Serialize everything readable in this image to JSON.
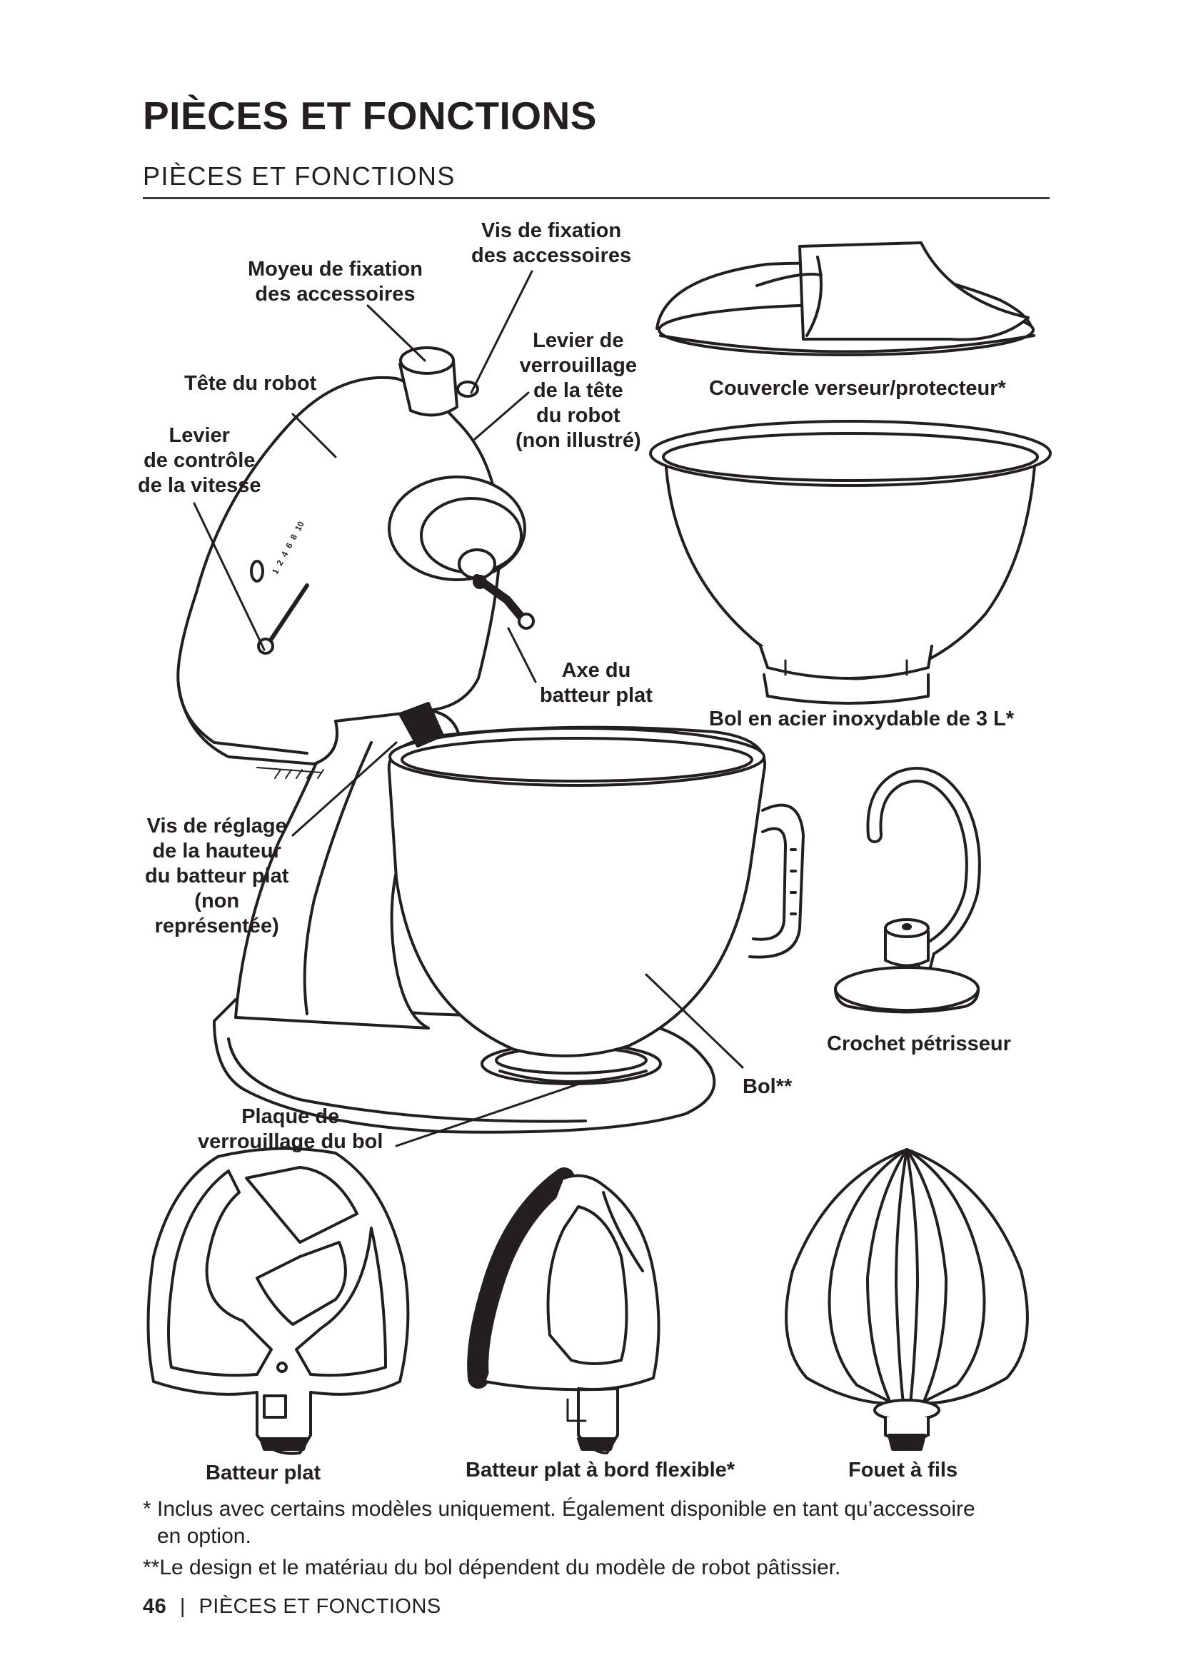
{
  "header": {
    "title": "PIÈCES ET FONCTIONS",
    "subtitle": "PIÈCES ET FONCTIONS"
  },
  "labels": {
    "vis_fixation": [
      "Vis de fixation",
      "des accessoires"
    ],
    "moyeu": [
      "Moyeu de fixation",
      "des accessoires"
    ],
    "levier_verrou": [
      "Levier de",
      "verrouillage",
      "de la tête",
      "du robot",
      "(non illustré)"
    ],
    "tete": [
      "Tête du robot"
    ],
    "levier_vitesse": [
      "Levier",
      "de contrôle",
      "de la vitesse"
    ],
    "axe": [
      "Axe du",
      "batteur plat"
    ],
    "vis_reglage": [
      "Vis de réglage",
      "de la hauteur",
      "du batteur plat",
      "(non",
      "représentée)"
    ],
    "plaque": [
      "Plaque de",
      "verrouillage du bol"
    ],
    "bol": [
      "Bol**"
    ],
    "couvercle": [
      "Couvercle verseur/protecteur*"
    ],
    "bol_acier": [
      "Bol en acier inoxydable de 3 L*"
    ],
    "crochet": [
      "Crochet pétrisseur"
    ],
    "batteur_plat": [
      "Batteur plat"
    ],
    "batteur_flex": [
      "Batteur plat à bord flexible*"
    ],
    "fouet": [
      "Fouet à fils"
    ]
  },
  "notes": {
    "note1_line1": "* Inclus avec certains modèles uniquement. Également disponible en tant qu’accessoire",
    "note1_line2": "en option.",
    "note2": "**Le design et le matériau du bol dépendent du modèle de robot pâtissier."
  },
  "footer": {
    "page_number": "46",
    "separator": "|",
    "section": "PIÈCES ET FONCTIONS"
  },
  "speed_marks": [
    "1",
    "2",
    "4",
    "6",
    "8",
    "10"
  ]
}
